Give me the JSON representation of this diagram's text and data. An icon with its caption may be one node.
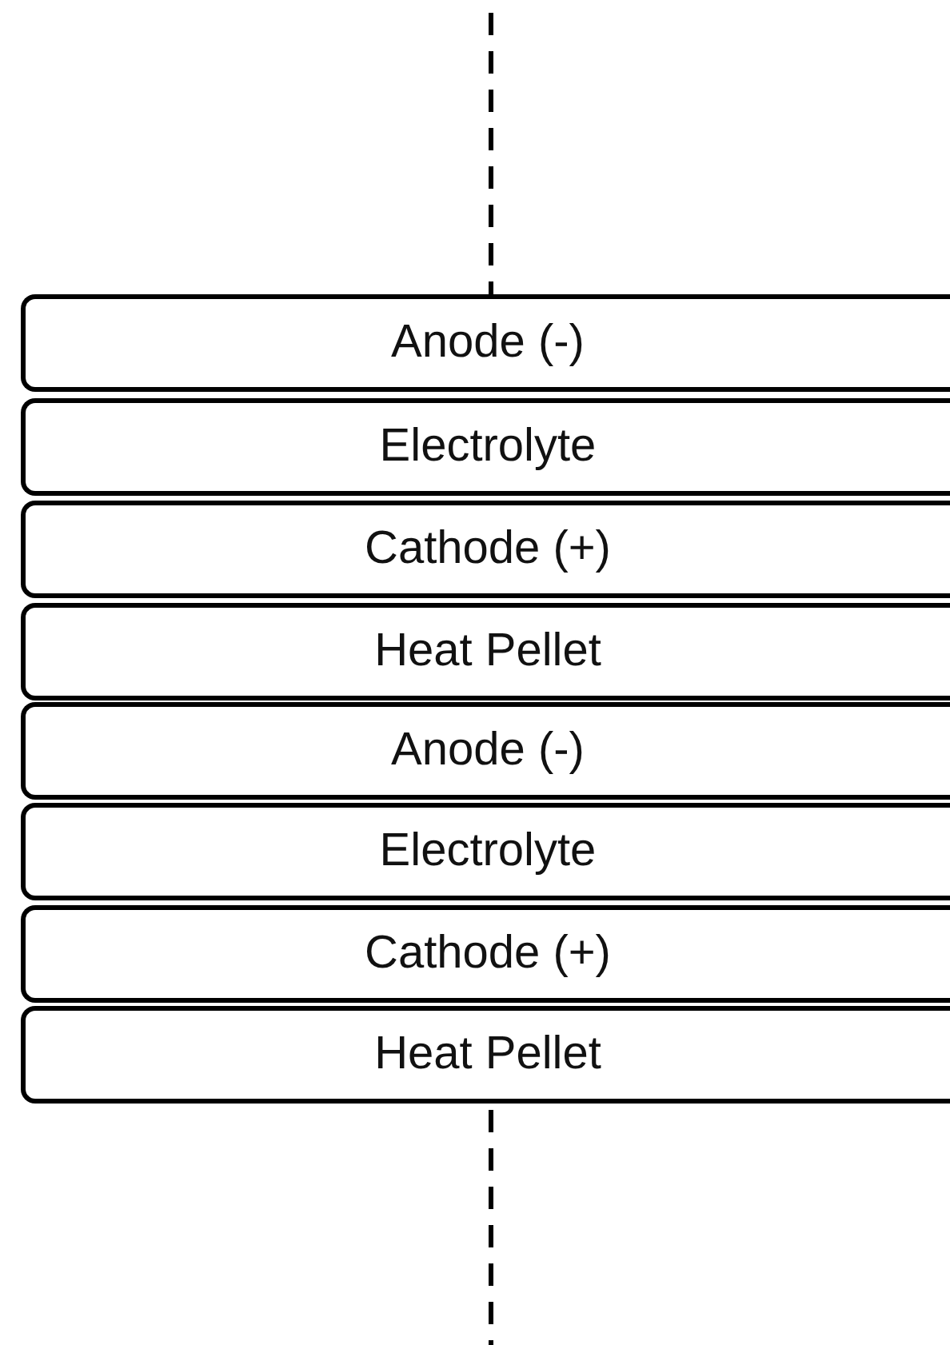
{
  "diagram": {
    "nodes": [
      {
        "text": [
          "Anode (-)"
        ]
      },
      {
        "text": [
          "Electrolyte"
        ]
      },
      {
        "text": [
          "Cathode (+)"
        ]
      },
      {
        "text": [
          "Heat Pellet"
        ]
      },
      {
        "text": [
          "Anode (-)"
        ]
      },
      {
        "text": [
          "Electrolyte"
        ]
      },
      {
        "text": [
          "Cathode (+)"
        ]
      },
      {
        "text": [
          "Heat Pellet"
        ]
      }
    ]
  }
}
